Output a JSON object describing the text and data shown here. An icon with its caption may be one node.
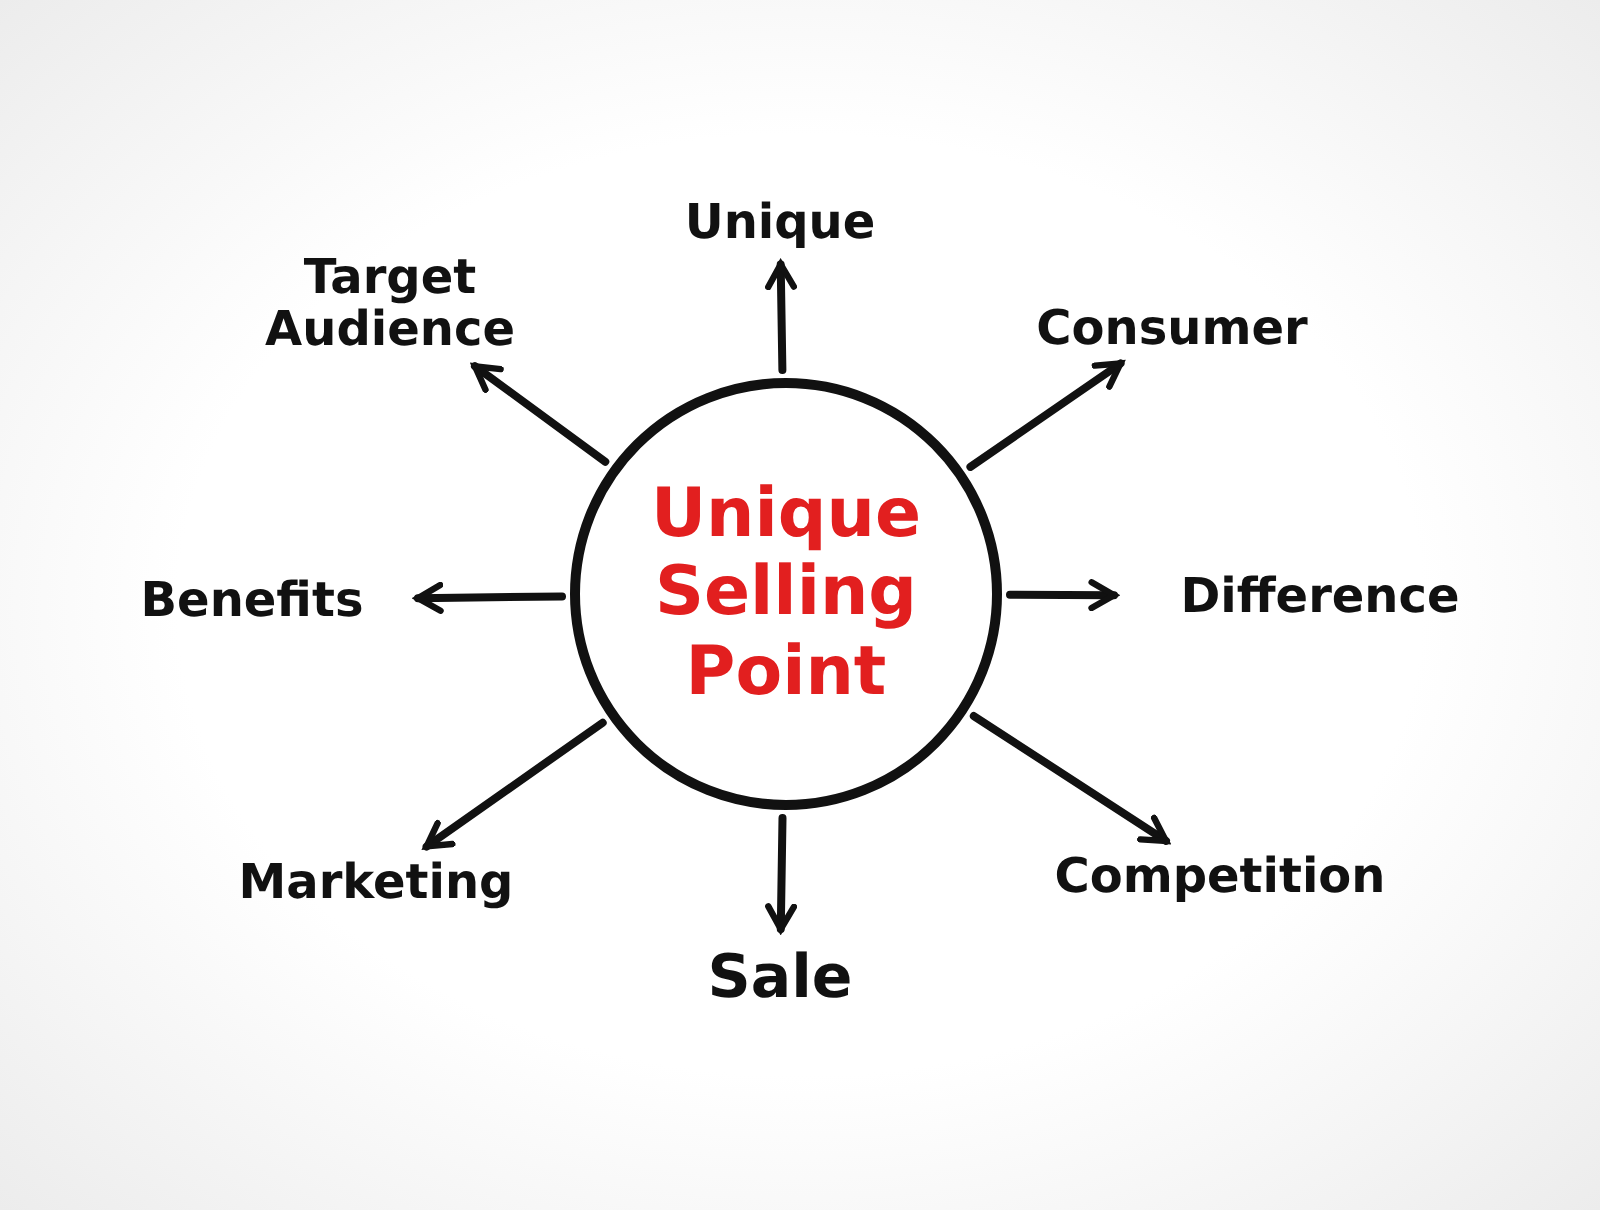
{
  "diagram": {
    "nodes": [
      {
        "text": [
          "Unique Selling Point"
        ]
      },
      {
        "text": [
          "Unique"
        ]
      },
      {
        "text": [
          "Consumer"
        ]
      },
      {
        "text": [
          "Difference"
        ]
      },
      {
        "text": [
          "Competition"
        ]
      },
      {
        "text": [
          "Sale"
        ]
      },
      {
        "text": [
          "Marketing"
        ]
      },
      {
        "text": [
          "Benefits"
        ]
      },
      {
        "text": [
          "Target Audience"
        ]
      }
    ],
    "edges": [
      {
        "from": 0,
        "to": 1,
        "arrow": "to"
      },
      {
        "from": 0,
        "to": 2,
        "arrow": "to"
      },
      {
        "from": 0,
        "to": 3,
        "arrow": "to"
      },
      {
        "from": 0,
        "to": 4,
        "arrow": "to"
      },
      {
        "from": 0,
        "to": 5,
        "arrow": "to"
      },
      {
        "from": 0,
        "to": 6,
        "arrow": "to"
      },
      {
        "from": 0,
        "to": 7,
        "arrow": "to"
      },
      {
        "from": 0,
        "to": 8,
        "arrow": "to"
      }
    ]
  }
}
